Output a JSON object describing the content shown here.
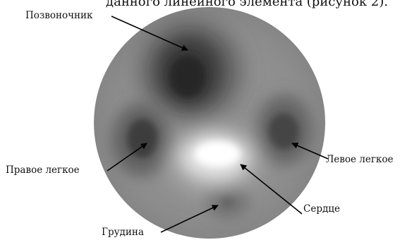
{
  "header_fragment": "данного линейного элемента (рисунок 2).",
  "labels": {
    "spine": "Позвоночник",
    "right_lung": "Правое легкое",
    "left_lung": "Левое легкое",
    "heart": "Сердце",
    "sternum": "Грудина"
  },
  "colors": {
    "disc_base": "#8f8f8f",
    "dark_region": "#2a2a2a",
    "medium_dark_region": "#5a5a5a",
    "bright_region": "#ffffff",
    "arrow": "#000000",
    "text": "#111111"
  }
}
